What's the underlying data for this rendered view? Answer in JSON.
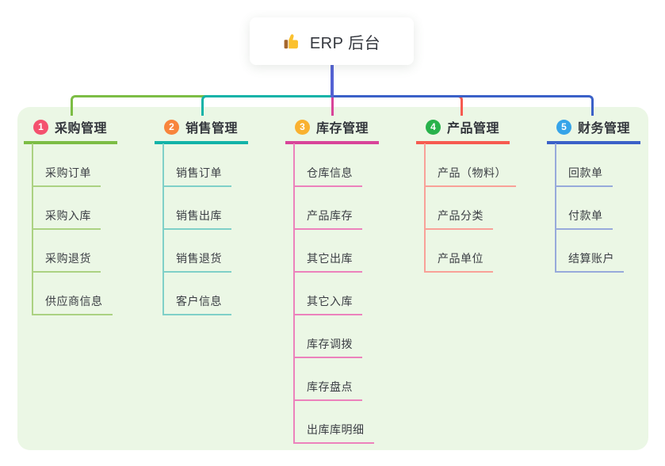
{
  "root": {
    "title": "ERP 后台",
    "icon": "thumbs-up"
  },
  "panel": {
    "background": "#ebf7e5"
  },
  "connector_color": "#5462d4",
  "branches": [
    {
      "badge": "1",
      "title": "采购管理",
      "color": "#7cbd45",
      "light_color": "#abd282",
      "badge_color": "#f4516e",
      "children": [
        "采购订单",
        "采购入库",
        "采购退货",
        "供应商信息"
      ]
    },
    {
      "badge": "2",
      "title": "销售管理",
      "color": "#12b3a8",
      "light_color": "#7fd0c8",
      "badge_color": "#f8853c",
      "children": [
        "销售订单",
        "销售出库",
        "销售退货",
        "客户信息"
      ]
    },
    {
      "badge": "3",
      "title": "库存管理",
      "color": "#d84499",
      "light_color": "#ec82bc",
      "badge_color": "#f9b130",
      "children": [
        "仓库信息",
        "产品库存",
        "其它出库",
        "其它入库",
        "库存调拨",
        "库存盘点",
        "出库库明细"
      ]
    },
    {
      "badge": "4",
      "title": "产品管理",
      "color": "#f65b50",
      "light_color": "#f9a198",
      "badge_color": "#28b24b",
      "children": [
        "产品（物料）",
        "产品分类",
        "产品单位"
      ]
    },
    {
      "badge": "5",
      "title": "财务管理",
      "color": "#3b61c8",
      "light_color": "#97aadb",
      "badge_color": "#36a4e9",
      "children": [
        "回款单",
        "付款单",
        "结算账户"
      ]
    }
  ]
}
